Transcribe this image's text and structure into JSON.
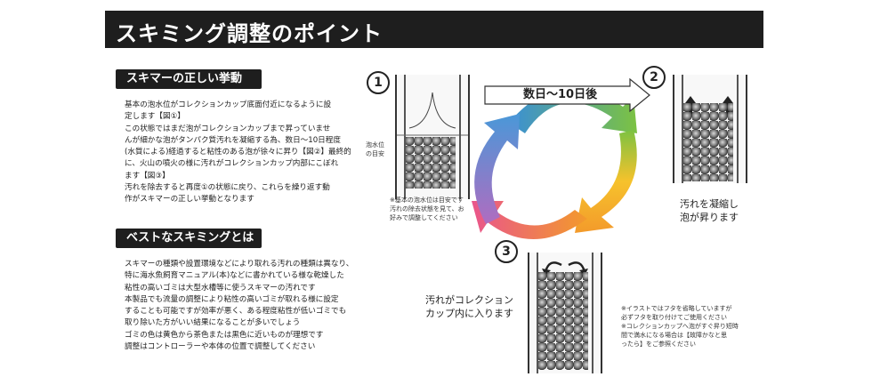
{
  "header": {
    "title": "スキミング調整のポイント"
  },
  "section1": {
    "heading": "スキマーの正しい挙動",
    "lines": [
      "基本の泡水位がコレクションカップ底面付近になるように設",
      "定します【図①】",
      "この状態ではまだ泡がコレクションカップまで昇っていませ",
      "んが細かな泡がタンパク質汚れを凝縮する為、数日〜10日程度",
      "(水質による)経過すると粘性のある泡が徐々に昇り【図②】最終的",
      "に、火山の噴火の様に汚れがコレクションカップ内部にこぼれ",
      "ます【図③】",
      "汚れを除去すると再度①の状態に戻り、これらを繰り返す動",
      "作がスキマーの正しい挙動となります"
    ]
  },
  "section2": {
    "heading": "ベストなスキミングとは",
    "lines": [
      "スキマーの種類や設置環境などにより取れる汚れの種類は異なり、",
      "特に海水魚飼育マニュアル(本)などに書かれている様な乾燥した",
      "粘性の高いゴミは大型水槽等に使うスキマーの汚れです",
      "本製品でも流量の調整により粘性の高いゴミが取れる様に設定",
      "することも可能ですが効率が悪く、ある程度粘性が低いゴミでも",
      "取り除いた方がいい結果になることが多いでしょう",
      "ゴミの色は黄色から茶色または黒色に近いものが理想です",
      "調整はコントローラーや本体の位置で調整してください"
    ]
  },
  "diagram": {
    "step1": {
      "num": "1",
      "side_label": [
        "泡水位",
        "の目安"
      ],
      "note": [
        "※基本の泡水位は目安です",
        "汚れの除去状態を見て、お",
        "好みで調整してください"
      ]
    },
    "arrow_label": "数日〜10日後",
    "step2": {
      "num": "2",
      "caption": [
        "汚れを凝縮し",
        "泡が昇ります"
      ]
    },
    "step3": {
      "num": "3",
      "caption": [
        "汚れがコレクション",
        "カップ内に入ります"
      ]
    },
    "footnote": [
      "※イラストではフタを省略していますが",
      "必ずフタを取り付けてご使用ください",
      "※コレクションカップへ泡がすぐ昇り短時",
      "間で満水になる場合は【故障かなと思",
      "ったら】をご参照ください"
    ]
  },
  "colors": {
    "banner": "#1e1e1e",
    "cycle_blue": "#3a8fd6",
    "cycle_green": "#7cc242",
    "cycle_orange": "#f39a2b",
    "cycle_pink": "#e9558c",
    "cycle_purple": "#9a6fc4"
  }
}
